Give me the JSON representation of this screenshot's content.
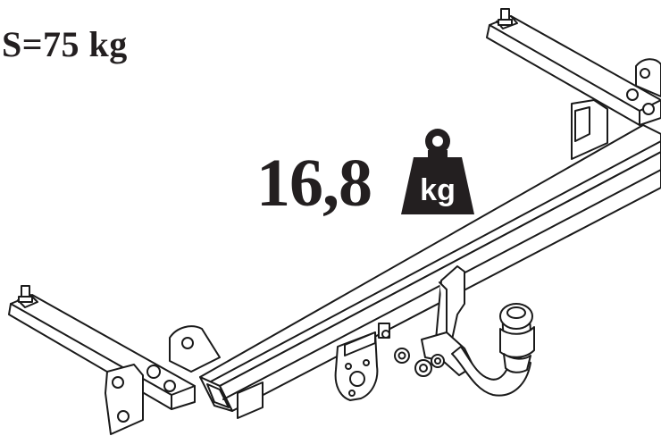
{
  "label": {
    "static_load": "S=75 kg"
  },
  "weight": {
    "value": "16,8",
    "unit_badge": "kg"
  },
  "colors": {
    "ink": "#231f20",
    "line": "#1a1a1a",
    "paper": "#ffffff"
  },
  "icons": [
    "weight-kg-icon",
    "tow-bar-drawing"
  ]
}
